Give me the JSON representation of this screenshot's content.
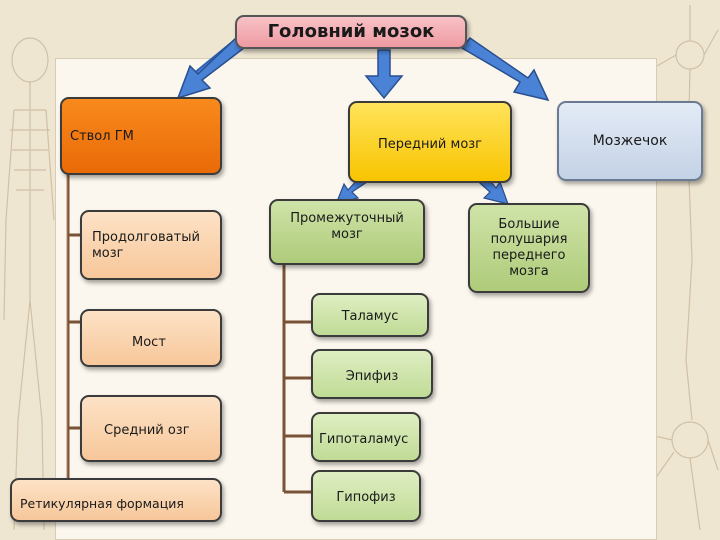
{
  "title": "Головний мозок",
  "nodes": {
    "brainstem": "Ствол ГМ",
    "forebrain": "Передний мозг",
    "cerebellum": "Мозжечок",
    "medulla": "Продолговатый\nмозг",
    "pons": "Мост",
    "midbrain": "Средний озг",
    "reticular": "Ретикулярная формация",
    "diencephalon": "Промежуточный\nмозг",
    "hemispheres": "Большие\nполушария\nпереднего\nмозга",
    "thalamus": "Таламус",
    "epiphysis": "Эпифиз",
    "hypothalamus": "Гипоталамус",
    "hypophysis": "Гипофиз"
  },
  "colors": {
    "arrow_blue": "#3f74c9",
    "stem_orange": "#f07a10",
    "forebrain_yellow": "#fad21a",
    "cerebellum_blue": "#d3dfef",
    "peach": "#f9d4ad",
    "green": "#bcd58b",
    "connector_brown": "#7a5238"
  }
}
